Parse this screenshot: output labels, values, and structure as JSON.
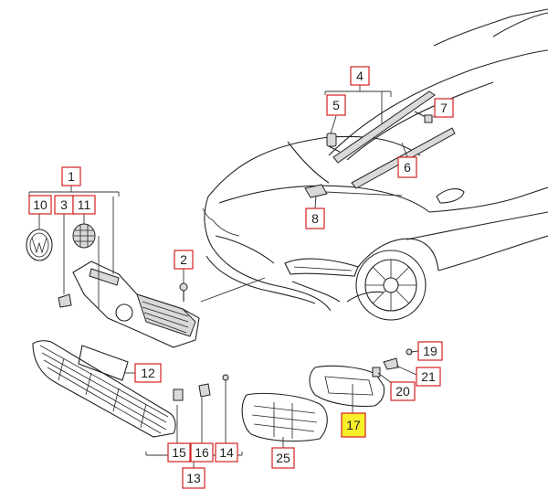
{
  "callouts": {
    "c1": "1",
    "c2": "2",
    "c3": "3",
    "c4": "4",
    "c5": "5",
    "c6": "6",
    "c7": "7",
    "c8": "8",
    "c10": "10",
    "c11": "11",
    "c12": "12",
    "c13": "13",
    "c14": "14",
    "c15": "15",
    "c16": "16",
    "c17": "17",
    "c19": "19",
    "c20": "20",
    "c21": "21",
    "c25": "25"
  },
  "colors": {
    "callout_border": "#d42020",
    "highlight_fill": "#f7ef2a",
    "line": "#222222"
  },
  "highlighted_callout": "17"
}
